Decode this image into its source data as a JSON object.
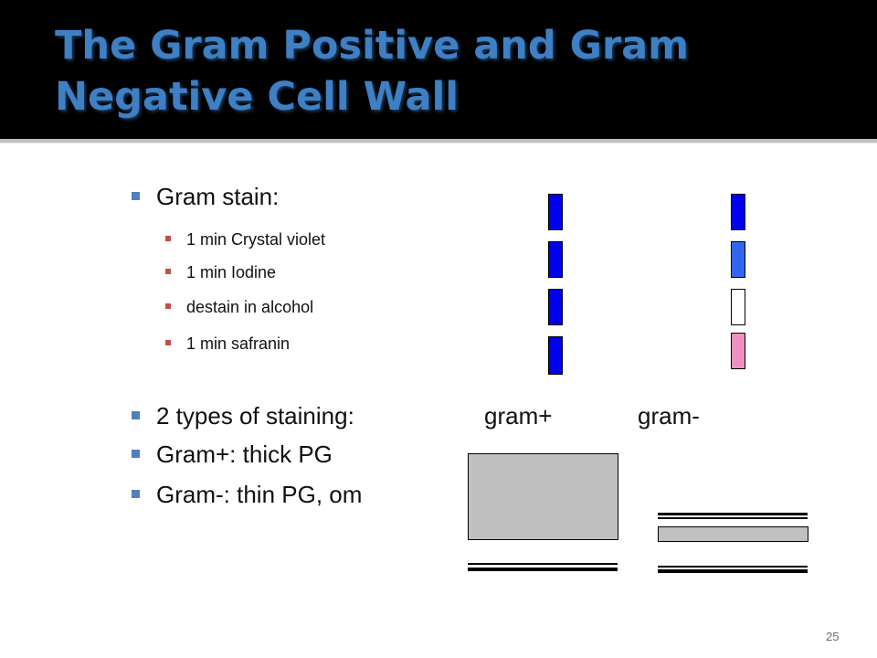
{
  "slide": {
    "title": "The Gram Positive and Gram Negative Cell Wall",
    "page_number": "25"
  },
  "bullets": {
    "gram_stain": "Gram stain:",
    "steps": [
      "1 min Crystal violet",
      "1 min Iodine",
      "destain in alcohol",
      "1 min safranin"
    ],
    "types": "2 types of staining:",
    "gram_pos": "Gram+: thick PG",
    "gram_neg": "Gram-: thin PG, om"
  },
  "labels": {
    "gram_pos": "gram+",
    "gram_neg": "gram-"
  },
  "colors": {
    "title": "#3f7fc4",
    "crystal_violet": "#0000ee",
    "iodine_neg": "#3366ee",
    "destained": "#ffffff",
    "safranin": "#f090c0",
    "peptidoglycan": "#c0c0c0",
    "bullet": "#4f81bd",
    "sub_bullet": "#c0504d"
  }
}
